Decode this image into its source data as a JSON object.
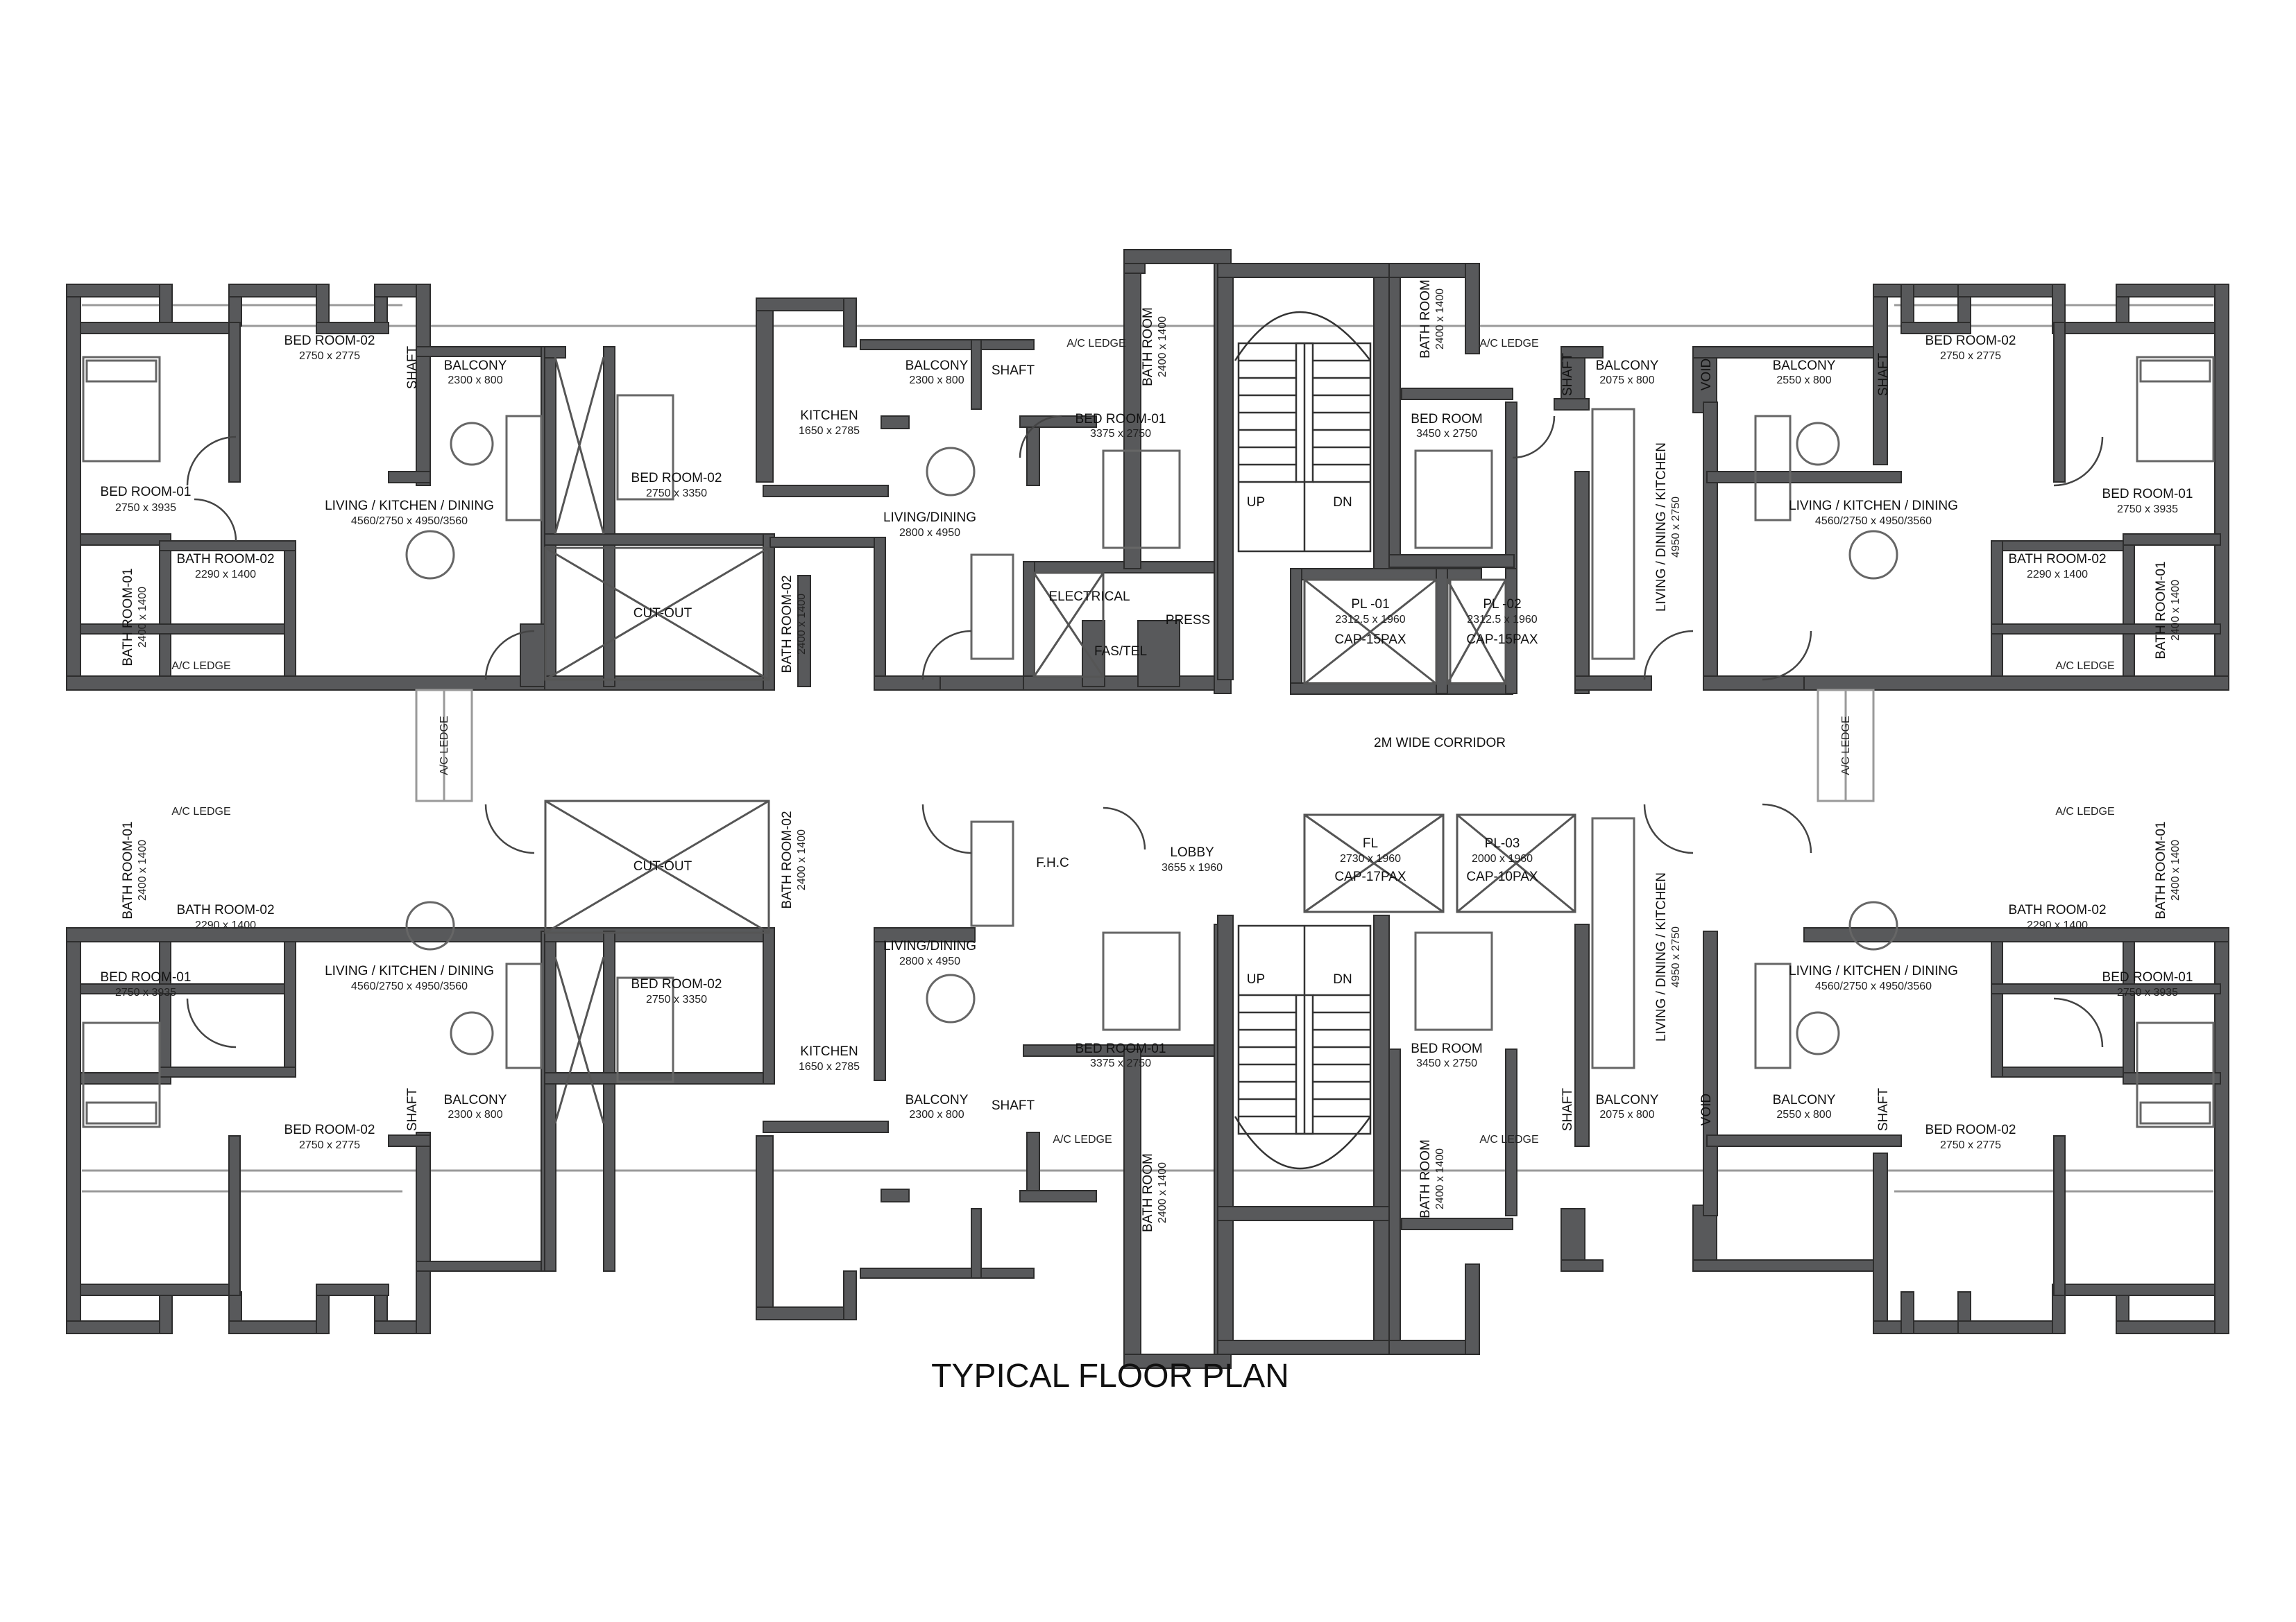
{
  "title": "TYPICAL FLOOR PLAN",
  "corridor": "2M WIDE CORRIDOR",
  "labels": [
    {
      "id": "nw-bed02",
      "name": "BED ROOM-02",
      "dim": "2750 x 2775"
    },
    {
      "id": "nw-balcony",
      "name": "BALCONY",
      "dim": "2300 x 800"
    },
    {
      "id": "nw-shaft",
      "name": "SHAFT",
      "dim": ""
    },
    {
      "id": "nw-bed01",
      "name": "BED ROOM-01",
      "dim": "2750 x 3935"
    },
    {
      "id": "nw-living",
      "name": "LIVING / KITCHEN / DINING",
      "dim": "4560/2750 x 4950/3560"
    },
    {
      "id": "nw-bath02",
      "name": "BATH ROOM-02",
      "dim": "2290 x 1400"
    },
    {
      "id": "nw-bath01",
      "name": "BATH ROOM-01",
      "dim": "2400 x 1400"
    },
    {
      "id": "nw-acledge",
      "name": "A/C LEDGE",
      "dim": ""
    },
    {
      "id": "n2-bed02",
      "name": "BED ROOM-02",
      "dim": "2750 x 3350"
    },
    {
      "id": "n2-cutout",
      "name": "CUT-OUT",
      "dim": ""
    },
    {
      "id": "n2-kitchen",
      "name": "KITCHEN",
      "dim": "1650 x 2785"
    },
    {
      "id": "n2-balcony",
      "name": "BALCONY",
      "dim": "2300 x 800"
    },
    {
      "id": "n2-shaft",
      "name": "SHAFT",
      "dim": ""
    },
    {
      "id": "n2-acledge",
      "name": "A/C LEDGE",
      "dim": ""
    },
    {
      "id": "n2-living",
      "name": "LIVING/DINING",
      "dim": "2800 x 4950"
    },
    {
      "id": "n2-bath02",
      "name": "BATH ROOM-02",
      "dim": "2400 x 1400"
    },
    {
      "id": "n2-bath",
      "name": "BATH ROOM",
      "dim": "2400 x 1400"
    },
    {
      "id": "n2-bed01",
      "name": "BED ROOM-01",
      "dim": "3375 x 2750"
    },
    {
      "id": "n-electrical",
      "name": "ELECTRICAL",
      "dim": ""
    },
    {
      "id": "n-fastel",
      "name": "FAS/TEL",
      "dim": ""
    },
    {
      "id": "n-press",
      "name": "PRESS",
      "dim": ""
    },
    {
      "id": "n-up",
      "name": "UP",
      "dim": ""
    },
    {
      "id": "n-dn",
      "name": "DN",
      "dim": ""
    },
    {
      "id": "n-pl01",
      "name": "PL -01",
      "dim": "2312.5 x 1960",
      "extra": "CAP-15PAX"
    },
    {
      "id": "n-pl02",
      "name": "PL -02",
      "dim": "2312.5 x 1960",
      "extra": "CAP-15PAX"
    },
    {
      "id": "n3-bath",
      "name": "BATH ROOM",
      "dim": "2400 x 1400"
    },
    {
      "id": "n3-acledge",
      "name": "A/C LEDGE",
      "dim": ""
    },
    {
      "id": "n3-bed",
      "name": "BED ROOM",
      "dim": "3450 x 2750"
    },
    {
      "id": "n3-shaft",
      "name": "SHAFT",
      "dim": ""
    },
    {
      "id": "n3-balcony",
      "name": "BALCONY",
      "dim": "2075 x 800"
    },
    {
      "id": "n3-living",
      "name": "LIVING / DINING / KITCHEN",
      "dim": "4950 x 2750"
    },
    {
      "id": "ne-void",
      "name": "VOID",
      "dim": ""
    },
    {
      "id": "ne-balcony",
      "name": "BALCONY",
      "dim": "2550 x 800"
    },
    {
      "id": "ne-shaft",
      "name": "SHAFT",
      "dim": ""
    },
    {
      "id": "ne-bed02",
      "name": "BED ROOM-02",
      "dim": "2750 x 2775"
    },
    {
      "id": "ne-living",
      "name": "LIVING / KITCHEN / DINING",
      "dim": "4560/2750 x 4950/3560"
    },
    {
      "id": "ne-bed01",
      "name": "BED ROOM-01",
      "dim": "2750 x 3935"
    },
    {
      "id": "ne-bath02",
      "name": "BATH ROOM-02",
      "dim": "2290 x 1400"
    },
    {
      "id": "ne-bath01",
      "name": "BATH ROOM-01",
      "dim": "2400 x 1400"
    },
    {
      "id": "ne-acledge",
      "name": "A/C LEDGE",
      "dim": ""
    },
    {
      "id": "w-acledge",
      "name": "A/C LEDGE",
      "dim": ""
    },
    {
      "id": "e-acledge",
      "name": "A/C LEDGE",
      "dim": ""
    },
    {
      "id": "sw-acledge",
      "name": "A/C LEDGE",
      "dim": ""
    },
    {
      "id": "sw-bath01",
      "name": "BATH ROOM-01",
      "dim": "2400 x 1400"
    },
    {
      "id": "sw-bath02",
      "name": "BATH ROOM-02",
      "dim": "2290 x 1400"
    },
    {
      "id": "sw-bed01",
      "name": "BED ROOM-01",
      "dim": "2750 x 3935"
    },
    {
      "id": "sw-living",
      "name": "LIVING / KITCHEN / DINING",
      "dim": "4560/2750 x 4950/3560"
    },
    {
      "id": "sw-bed02",
      "name": "BED ROOM-02",
      "dim": "2750 x 2775"
    },
    {
      "id": "sw-shaft",
      "name": "SHAFT",
      "dim": ""
    },
    {
      "id": "sw-balcony",
      "name": "BALCONY",
      "dim": "2300 x 800"
    },
    {
      "id": "s2-cutout",
      "name": "CUT-OUT",
      "dim": ""
    },
    {
      "id": "s2-bath02",
      "name": "BATH ROOM-02",
      "dim": "2400 x 1400"
    },
    {
      "id": "s2-bed02",
      "name": "BED ROOM-02",
      "dim": "2750 x 3350"
    },
    {
      "id": "s2-kitchen",
      "name": "KITCHEN",
      "dim": "1650 x 2785"
    },
    {
      "id": "s2-living",
      "name": "LIVING/DINING",
      "dim": "2800 x 4950"
    },
    {
      "id": "s2-balcony",
      "name": "BALCONY",
      "dim": "2300 x 800"
    },
    {
      "id": "s2-shaft",
      "name": "SHAFT",
      "dim": ""
    },
    {
      "id": "s2-acledge",
      "name": "A/C LEDGE",
      "dim": ""
    },
    {
      "id": "s2-bed01",
      "name": "BED ROOM-01",
      "dim": "3375 x 2750"
    },
    {
      "id": "s2-bath",
      "name": "BATH ROOM",
      "dim": "2400 x 1400"
    },
    {
      "id": "s-fhc",
      "name": "F.H.C",
      "dim": ""
    },
    {
      "id": "s-lobby",
      "name": "LOBBY",
      "dim": "3655 x 1960"
    },
    {
      "id": "s-fl",
      "name": "FL",
      "dim": "2730 x 1960",
      "extra": "CAP-17PAX"
    },
    {
      "id": "s-pl03",
      "name": "PL-03",
      "dim": "2000 x 1960",
      "extra": "CAP-10PAX"
    },
    {
      "id": "s-up",
      "name": "UP",
      "dim": ""
    },
    {
      "id": "s-dn",
      "name": "DN",
      "dim": ""
    },
    {
      "id": "s3-bed",
      "name": "BED ROOM",
      "dim": "3450 x 2750"
    },
    {
      "id": "s3-living",
      "name": "LIVING / DINING / KITCHEN",
      "dim": "4950 x 2750"
    },
    {
      "id": "s3-bath",
      "name": "BATH ROOM",
      "dim": "2400 x 1400"
    },
    {
      "id": "s3-acledge",
      "name": "A/C LEDGE",
      "dim": ""
    },
    {
      "id": "s3-shaft",
      "name": "SHAFT",
      "dim": ""
    },
    {
      "id": "s3-balcony",
      "name": "BALCONY",
      "dim": "2075 x 800"
    },
    {
      "id": "se-void",
      "name": "VOID",
      "dim": ""
    },
    {
      "id": "se-balcony",
      "name": "BALCONY",
      "dim": "2550 x 800"
    },
    {
      "id": "se-shaft",
      "name": "SHAFT",
      "dim": ""
    },
    {
      "id": "se-acledge",
      "name": "A/C LEDGE",
      "dim": ""
    },
    {
      "id": "se-bath01",
      "name": "BATH ROOM-01",
      "dim": "2400 x 1400"
    },
    {
      "id": "se-bath02",
      "name": "BATH ROOM-02",
      "dim": "2290 x 1400"
    },
    {
      "id": "se-living",
      "name": "LIVING / KITCHEN / DINING",
      "dim": "4560/2750 x 4950/3560"
    },
    {
      "id": "se-bed01",
      "name": "BED ROOM-01",
      "dim": "2750 x 3935"
    },
    {
      "id": "se-bed02",
      "name": "BED ROOM-02",
      "dim": "2750 x 2775"
    }
  ]
}
